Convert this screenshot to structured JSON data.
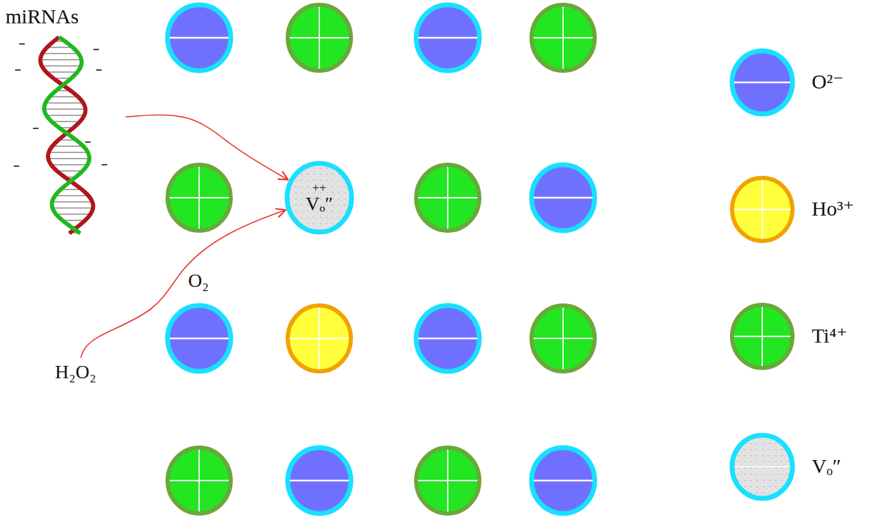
{
  "diagram": {
    "nodes": [
      {
        "text": [
          "miRNAs"
        ]
      },
      {
        "text": [
          "++",
          "Vₒ″"
        ]
      },
      {
        "text": [
          "H₂O₂"
        ]
      }
    ],
    "edges": [
      {
        "from": 0,
        "to": 1,
        "arrow": "to"
      },
      {
        "from": 2,
        "to": 1,
        "label": "O₂",
        "arrow": "to"
      }
    ],
    "legend": [
      {
        "text": "O²⁻",
        "color": "#7070ff"
      },
      {
        "text": "Ho³⁺",
        "color": "#ffff3c"
      },
      {
        "text": "Ti⁴⁺",
        "color": "#22e622"
      },
      {
        "text": "Vₒ″",
        "color": "#e4e4e4"
      }
    ]
  }
}
